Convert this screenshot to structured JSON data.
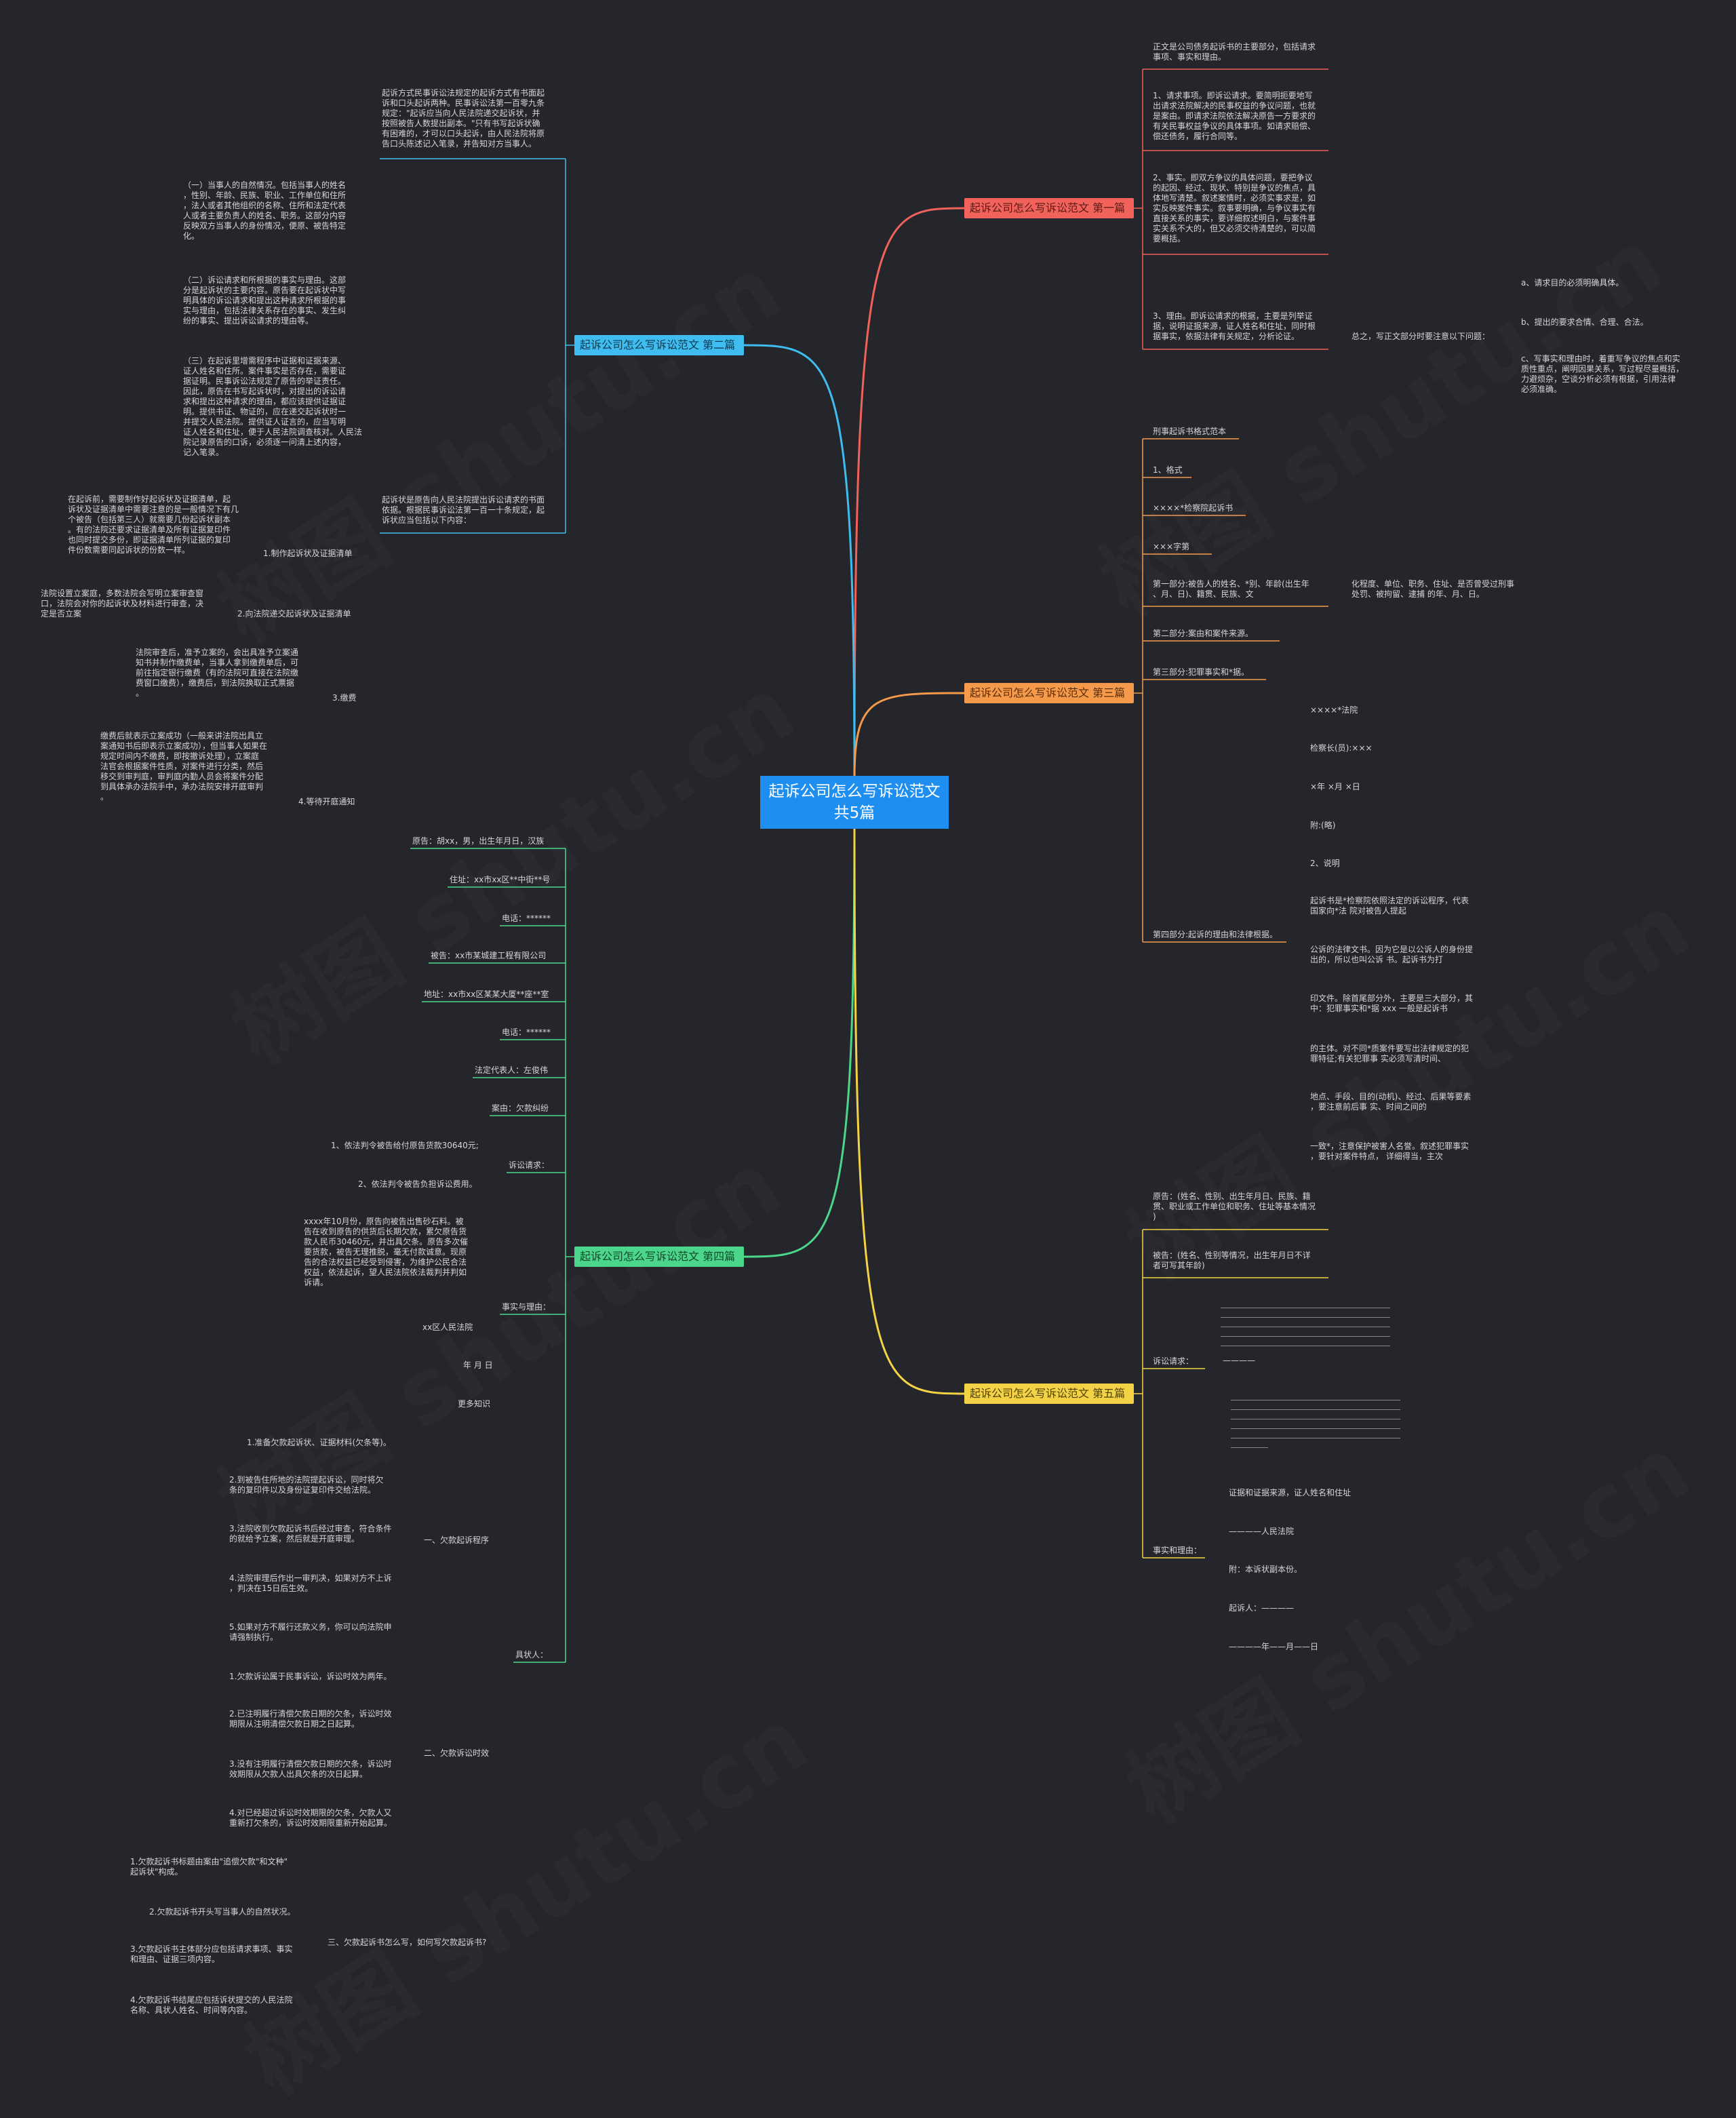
{
  "root": {
    "title": "起诉公司怎么写诉讼范文共5篇"
  },
  "colors": {
    "background": "#25262b",
    "root": "#1e8ff0",
    "b1": "#f0625a",
    "b2": "#3fbdf0",
    "b3": "#f59a4b",
    "b4": "#4cd68b",
    "b5": "#f4d245"
  },
  "watermark": "树图 shutu.cn",
  "branches": {
    "b1": "起诉公司怎么写诉讼范文 第一篇",
    "b2": "起诉公司怎么写诉讼范文 第二篇",
    "b3": "起诉公司怎么写诉讼范文 第三篇",
    "b4": "起诉公司怎么写诉讼范文 第四篇",
    "b5": "起诉公司怎么写诉讼范文 第五篇"
  },
  "p1": {
    "a": "正文是公司债务起诉书的主要部分，包括请求\n事项、事实和理由。",
    "b": "1、请求事项。即诉讼请求。要简明扼要地写\n出请求法院解决的民事权益的争议问题，也就\n是案由。即请求法院依法解决原告一方要求的\n有关民事权益争议的具体事项。如请求赔偿、\n偿还债务，履行合同等。",
    "c": "2、事实。即双方争议的具体问题，要把争议\n的起因、经过、现状、特别是争议的焦点，具\n体地写清楚。叙述案情时，必须实事求是，如\n实反映案件事实。叙事要明确，与争议事实有\n直接关系的事实，要详细叙述明白，与案件事\n实关系不大的，但又必须交待清楚的，可以简\n要概括。",
    "d": "3、理由。即诉讼请求的根据，主要是列举证\n据，说明证据来源，证人姓名和住址，同时根\n据事实，依据法律有关规定，分析论证。",
    "e": "总之，写正文部分时要注意以下问题：",
    "e1": "a、请求目的必须明确具体。",
    "e2": "b、提出的要求合情、合理、合法。",
    "e3": "c、写事实和理由时，着重写争议的焦点和实\n质性重点，阐明因果关系，写过程尽量概括，\n力避烦杂，空谈分析必须有根据，引用法律\n必须准确。"
  },
  "p2": {
    "a": "起诉方式民事诉讼法规定的起诉方式有书面起\n诉和口头起诉两种。民事诉讼法第一百零九条\n规定：\"起诉应当向人民法院递交起诉状，并\n按照被告人数提出副本。\"只有书写起诉状确\n有困难的，才可以口头起诉，由人民法院将原\n告口头陈述记入笔录，并告知对方当事人。",
    "b": "起诉状是原告向人民法院提出诉讼请求的书面\n依据。根据民事诉讼法第一百一十条规定，起\n诉状应当包括以下内容：",
    "b1": "（一）当事人的自然情况。包括当事人的姓名\n，性别、年龄、民族、职业、工作单位和住所\n，法人或者其他组织的名称、住所和法定代表\n人或者主要负责人的姓名、职务。这部分内容\n反映双方当事人的身份情况，便原、被告特定\n化。",
    "b2": "（二）诉讼请求和所根据的事实与理由。这部\n分是起诉状的主要内容。原告要在起诉状中写\n明具体的诉讼请求和提出这种请求所根据的事\n实与理由，包括法律关系存在的事实、发生纠\n纷的事实、提出诉讼请求的理由等。",
    "b3": "（三）在起诉里增需程序中证据和证据来源、\n证人姓名和住所。案件事实是否存在，需要证\n据证明。民事诉讼法规定了原告的举证责任。\n因此，原告在书写起诉状时，对提出的诉讼请\n求和提出这种请求的理由，都应该提供证据证\n明。提供书证、物证的，应在递交起诉状时一\n并提交人民法院。提供证人证言的，应当写明\n证人姓名和住址，便于人民法院调查核对。人民法\n院记录原告的口诉，必须逐一问清上述内容，\n记入笔录。",
    "s1": "1.制作起诉状及证据清单",
    "s1t": "在起诉前，需要制作好起诉状及证据清单，起\n诉状及证据清单中需要注意的是一般情况下有几\n个被告（包括第三人）就需要几份起诉状副本\n。有的法院还要求证据清单及所有证据复印件\n也同时提交多份，即证据清单所列证据的复印\n件份数需要同起诉状的份数一样。",
    "s2": "2.向法院递交起诉状及证据清单",
    "s2t": "法院设置立案庭，多数法院会写明立案审查窗\n口，法院会对你的起诉状及材料进行审查，决\n定是否立案",
    "s3": "3.缴费",
    "s3t": "法院审查后，准予立案的，会出具准予立案通\n知书并制作缴费单，当事人拿到缴费单后，可\n前往指定银行缴费（有的法院可直接在法院缴\n费窗口缴费），缴费后，到法院换取正式票据\n。",
    "s4": "4.等待开庭通知",
    "s4t": "缴费后就表示立案成功（一般来讲法院出具立\n案通知书后即表示立案成功），但当事人如果在\n规定时间内不缴费，即按撤诉处理），立案庭\n法官会根据案件性质，对案件进行分类，然后\n移交到审判庭，审判庭内勤人员会将案件分配\n到具体承办法院手中，承办法院安排开庭审判\n。"
  },
  "p3": {
    "a": "刑事起诉书格式范本",
    "b": "1、格式",
    "c": "××××*检察院起诉书",
    "d": "×××字第",
    "e": "第一部分:被告人的姓名、*别、年龄(出生年\n、月、日)、籍贯、民族、文",
    "e1": "化程度、单位、职务、住址、是否曾受过刑事\n处罚、被拘留、逮捕 的年、月、日。",
    "f": "第二部分:案由和案件来源。",
    "g": "第三部分:犯罪事实和*据。",
    "h": "第四部分:起诉的理由和法律根据。",
    "h1": "××××*法院",
    "h2": "检察长(员):×××",
    "h3": "×年 ×月 ×日",
    "h4": "附:(略)",
    "h5": "2、说明",
    "h6": "起诉书是*检察院依照法定的诉讼程序，代表\n国家向*法 院对被告人提起",
    "h7": "公诉的法律文书。因为它是以公诉人的身份提\n出的，所以也叫公诉 书。起诉书为打",
    "h8": "印文件。除首尾部分外，主要是三大部分，其\n中：犯罪事实和*据 xxx 一般是起诉书",
    "h9": "的主体。对不同*质案件要写出法律规定的犯\n罪特征;有关犯罪事 实必须写清时间、",
    "h10": "地点、手段、目的(动机)、经过、后果等要素\n，要注意前后事 实、时间之间的",
    "h11": "一致*，注意保护被害人名誉。叙述犯罪事实\n，要针对案件特点， 详细得当，主次"
  },
  "p4": {
    "a": "原告：胡xx，男，出生年月日，汉族",
    "b": "住址：xx市xx区**中街**号",
    "c": "电话：******",
    "d": "被告：xx市某城建工程有限公司",
    "e": "地址：xx市xx区某某大厦**座**室",
    "f": "电话：******",
    "g": "法定代表人：左俊伟",
    "h": "案由：欠款纠纷",
    "i": "诉讼请求：",
    "i1": "1、依法判令被告给付原告货款30640元;",
    "i2": "2、依法判令被告负担诉讼费用。",
    "j": "事实与理由：",
    "j1": "xxxx年10月份，原告向被告出售砂石料。被\n告在收到原告的供货后长期欠款，累欠原告货\n款人民币30460元，并出具欠条。原告多次催\n要货款，被告无理推脱，毫无付款诚意。现原\n告的合法权益已经受到侵害，为维护公民合法\n权益，依法起诉，望人民法院依法裁判并判如\n诉请。",
    "j2": "xx区人民法院",
    "k": "具状人：",
    "k1": "年 月 日",
    "k2": "更多知识",
    "g1": "一、欠款起诉程序",
    "g1a": "1.准备欠款起诉状、证据材料(欠条等)。",
    "g1b": "2.到被告住所地的法院提起诉讼，同时将欠\n条的复印件以及身份证复印件交给法院。",
    "g1c": "3.法院收到欠款起诉书后经过审查，符合条件\n的就给予立案，然后就是开庭审理。",
    "g1d": "4.法院审理后作出一审判决，如果对方不上诉\n，判决在15日后生效。",
    "g1e": "5.如果对方不履行还款义务，你可以向法院申\n请强制执行。",
    "g2": "二、欠款诉讼时效",
    "g2a": "1.欠款诉讼属于民事诉讼，诉讼时效为两年。",
    "g2b": "2.已注明履行清偿欠款日期的欠条，诉讼时效\n期限从注明清偿欠款日期之日起算。",
    "g2c": "3.没有注明履行清偿欠款日期的欠条，诉讼时\n效期限从欠款人出具欠条的次日起算。",
    "g2d": "4.对已经超过诉讼时效期限的欠条，欠款人又\n重新打欠条的，诉讼时效期限重新开始起算。",
    "g3": "三、欠款起诉书怎么写，如何写欠款起诉书?",
    "g3a": "1.欠款起诉书标题由案由\"追偿欠款\"和文种\"\n起诉状\"构成。",
    "g3b": "2.欠款起诉书开头写当事人的自然状况。",
    "g3c": "3.欠款起诉书主体部分应包括请求事项、事实\n和理由、证据三项内容。",
    "g3d": "4.欠款起诉书结尾应包括诉状提交的人民法院\n名称、具状人姓名、时间等内容。"
  },
  "p5": {
    "a": "原告：(姓名、性别、出生年月日、民族、籍\n贯、职业或工作单位和职务、住址等基本情况\n)",
    "b": "被告：(姓名、性别等情况，出生年月日不详\n者可写其年龄)",
    "c": "诉讼请求：",
    "c1": "————",
    "d": "事实和理由：",
    "d1": "证据和证据来源，证人姓名和住址",
    "d2": "————人民法院",
    "d3": "附：本诉状副本份。",
    "d4": "起诉人：————",
    "d5": "————年——月——日"
  }
}
